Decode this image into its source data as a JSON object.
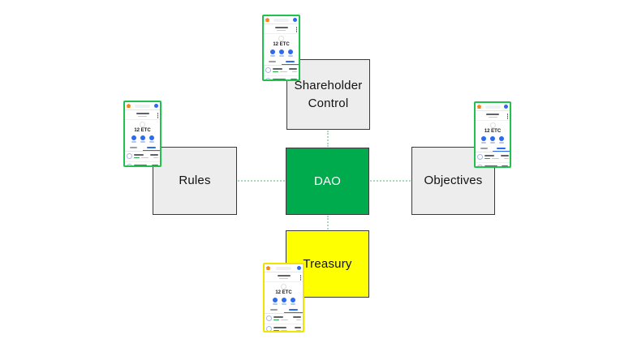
{
  "page": {
    "background": "#FFFFFF"
  },
  "diagram": {
    "center": {
      "label": "DAO",
      "color": "#00AB4E",
      "text_color": "#FFFFFF"
    },
    "nodes": [
      {
        "id": "shareholder-control",
        "label": "Shareholder Control",
        "color": "#EDEDED"
      },
      {
        "id": "rules",
        "label": "Rules",
        "color": "#EDEDED"
      },
      {
        "id": "objectives",
        "label": "Objectives",
        "color": "#EDEDED"
      },
      {
        "id": "treasury",
        "label": "Treasury",
        "color": "#FEFF00"
      }
    ],
    "connectors": {
      "style": "dotted",
      "color": "#A9D9BD",
      "links": [
        "shareholder-control–dao",
        "rules–dao",
        "dao–objectives",
        "dao–treasury"
      ]
    }
  },
  "wallet_screenshots": {
    "count": 4,
    "balance": "12 ETC",
    "border_color_default": "#1FC24D",
    "border_color_treasury": "#F0E500",
    "accent_blue": "#2C6BED",
    "logo_orange": "#F6851B",
    "positive_green": "#28A745",
    "elements": [
      "fox-logo-icon",
      "network-selector-pill",
      "account-avatar",
      "kebab-menu-icon",
      "token-logo-icon",
      "three-action-buttons",
      "two-tabs",
      "two-transaction-rows"
    ]
  }
}
